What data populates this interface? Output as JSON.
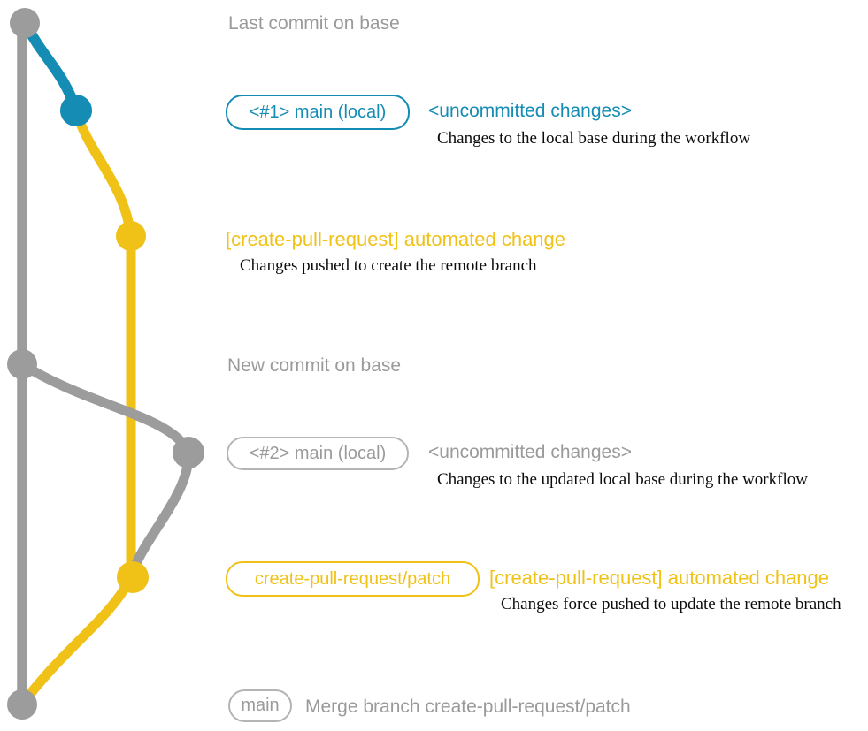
{
  "colors": {
    "graph_gray": "#9c9c9c",
    "text_gray": "#9a9a9a",
    "border_gray": "#b4b4b4",
    "blue": "#148cb4",
    "yellow": "#f0c117",
    "note_black": "#0c0c0c"
  },
  "headings": {
    "top": "Last commit on base",
    "middle": "New commit on base"
  },
  "rows": {
    "local1": {
      "badge": "<#1> main (local)",
      "message": "<uncommitted changes>",
      "note": "Changes to the local base during the workflow"
    },
    "remote1": {
      "message": "[create-pull-request] automated change",
      "note": "Changes pushed to create the remote branch"
    },
    "local2": {
      "badge": "<#2> main (local)",
      "message": "<uncommitted changes>",
      "note": "Changes to the updated local base during the workflow"
    },
    "remote2": {
      "badge": "create-pull-request/patch",
      "message": "[create-pull-request] automated change",
      "note": "Changes force pushed to update the remote branch"
    },
    "merge": {
      "badge": "main",
      "message": "Merge branch create-pull-request/patch"
    }
  },
  "graph": {
    "branches": [
      {
        "name": "base",
        "color": "gray"
      },
      {
        "name": "main (local)",
        "color": "blue"
      },
      {
        "name": "create-pull-request/patch",
        "color": "yellow"
      }
    ],
    "commits": [
      {
        "id": "base-tip",
        "branch": "base",
        "caption": "Last commit on base"
      },
      {
        "id": "local-1",
        "branch": "main (local)",
        "caption": "<#1> main (local) <uncommitted changes>"
      },
      {
        "id": "patch-1",
        "branch": "create-pull-request/patch",
        "caption": "[create-pull-request] automated change"
      },
      {
        "id": "base-new",
        "branch": "base",
        "caption": "New commit on base"
      },
      {
        "id": "local-2",
        "branch": "main (local)",
        "caption": "<#2> main (local) <uncommitted changes>"
      },
      {
        "id": "patch-2",
        "branch": "create-pull-request/patch",
        "caption": "[create-pull-request] automated change"
      },
      {
        "id": "merge",
        "branch": "base",
        "caption": "Merge branch create-pull-request/patch"
      }
    ]
  }
}
